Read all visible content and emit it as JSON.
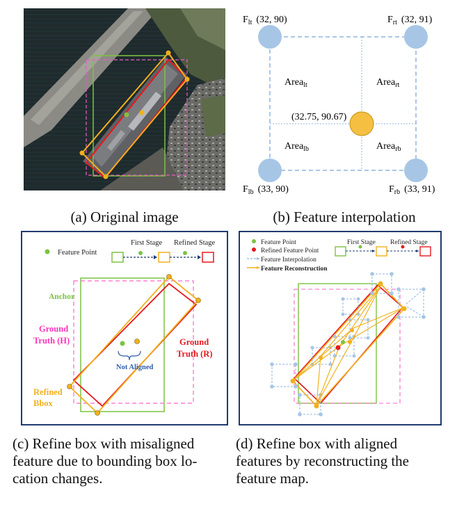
{
  "panel_a": {
    "caption": "(a) Original image"
  },
  "panel_b": {
    "caption": "(b) Feature interpolation",
    "corners": [
      {
        "name": "F",
        "sub": "lt",
        "value": "(32,  90)"
      },
      {
        "name": "F",
        "sub": "rt",
        "value": "(32,  91)"
      },
      {
        "name": "F",
        "sub": "lb",
        "value": "(33,  90)"
      },
      {
        "name": "F",
        "sub": "rb",
        "value": "(33,  91)"
      }
    ],
    "areas": [
      {
        "name": "Area",
        "sub": "lt"
      },
      {
        "name": "Area",
        "sub": "rt"
      },
      {
        "name": "Area",
        "sub": "lb"
      },
      {
        "name": "Area",
        "sub": "rb"
      }
    ],
    "center_value": "(32.75,  90.67)"
  },
  "panel_c": {
    "caption_lines": [
      "(c) Refine box with misaligned",
      "feature due to bounding box lo-",
      "cation changes."
    ],
    "legend": {
      "feature_point": "Feature Point",
      "first_stage": "First Stage",
      "refined_stage": "Refined Stage"
    },
    "labels": {
      "anchor": "Anchor",
      "gt_h_line1": "Ground",
      "gt_h_line2": "Truth (H)",
      "gt_r_line1": "Ground",
      "gt_r_line2": "Truth (R)",
      "refined_line1": "Refined",
      "refined_line2": "Bbox",
      "not_aligned": "Not Aligned"
    },
    "colors": {
      "anchor": "#7dc242",
      "gt_h": "#ff66cc",
      "gt_r": "#e5191e",
      "refined": "#f2b01e",
      "not_aligned": "#2e5ea8",
      "frame": "#1f3a6e"
    }
  },
  "panel_d": {
    "caption_lines": [
      "(d)  Refine  box  with  aligned",
      "features  by  reconstructing  the",
      "feature map."
    ],
    "legend": {
      "feature_point": "Feature Point",
      "refined_feature_point": "Refined Feature Point",
      "feature_interpolation": "Feature Interpolation",
      "feature_reconstruction": "Feature Reconstruction",
      "first_stage": "First Stage",
      "refined_stage": "Refined Stage"
    },
    "colors": {
      "interp": "#8fb4df",
      "recon": "#f2b01e",
      "refined_point": "#e5191e"
    }
  }
}
